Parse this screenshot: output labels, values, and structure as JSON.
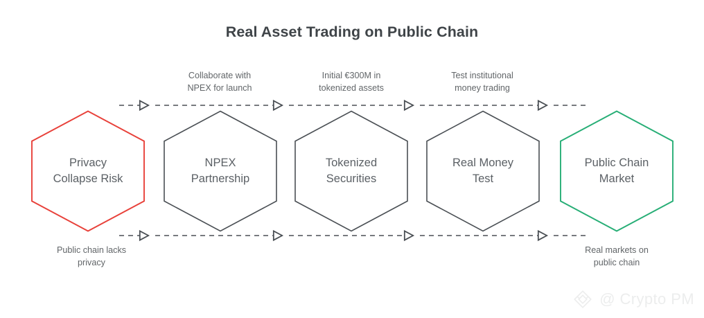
{
  "header": {
    "title": "Real Asset Trading on Public Chain"
  },
  "colors": {
    "background": "#ffffff",
    "title_text": "#3f4448",
    "node_text": "#5b6065",
    "label_text": "#616568",
    "node_stroke_default": "#4a4f54",
    "node_stroke_start": "#e8413a",
    "node_stroke_end": "#27ae76",
    "arrow_line": "#4a4f54",
    "watermark": "#eceded"
  },
  "diagram": {
    "type": "horizontal-flow",
    "shape": "hexagon",
    "nodes": [
      {
        "id": "privacy-collapse-risk",
        "line1": "Privacy",
        "line2": "Collapse Risk",
        "accent": "#e8413a",
        "role": "start"
      },
      {
        "id": "npex-partnership",
        "line1": "NPEX",
        "line2": "Partnership",
        "accent": "#4a4f54",
        "role": "step"
      },
      {
        "id": "tokenized-securities",
        "line1": "Tokenized",
        "line2": "Securities",
        "accent": "#4a4f54",
        "role": "step"
      },
      {
        "id": "real-money-test",
        "line1": "Real Money",
        "line2": "Test",
        "accent": "#4a4f54",
        "role": "step"
      },
      {
        "id": "public-chain-market",
        "line1": "Public Chain",
        "line2": "Market",
        "accent": "#27ae76",
        "role": "end"
      }
    ],
    "edge_labels_top": [
      {
        "id": "edge-1-2",
        "line1": "Collaborate with",
        "line2": "NPEX for launch"
      },
      {
        "id": "edge-2-3",
        "line1": "Initial €300M in",
        "line2": "tokenized assets"
      },
      {
        "id": "edge-3-4",
        "line1": "Test institutional",
        "line2": "money trading"
      }
    ],
    "end_labels_bottom": [
      {
        "id": "note-start",
        "line1": "Public chain lacks",
        "line2": "privacy"
      },
      {
        "id": "note-end",
        "line1": "Real markets on",
        "line2": "public chain"
      }
    ],
    "connector": {
      "style": "dashed",
      "arrowhead": "hollow-triangle",
      "arrow_count_per_line": 4,
      "lines": 2
    }
  },
  "watermark": {
    "text": "@ Crypto PM",
    "icon": "diamond-logo"
  }
}
